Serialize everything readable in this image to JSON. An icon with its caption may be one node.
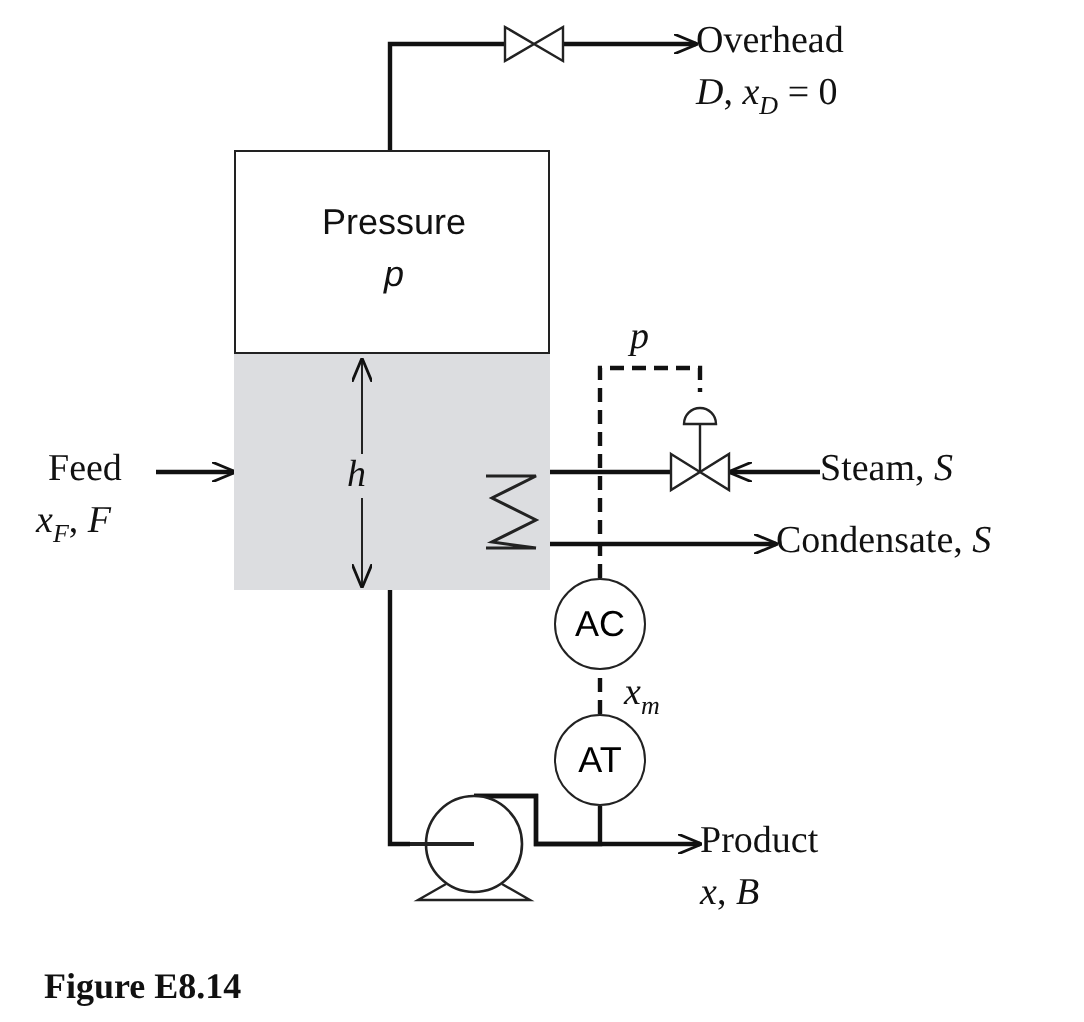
{
  "diagram": {
    "caption": "Figure E8.14",
    "nodes": [
      {
        "text": [
          "Pressure *p*"
        ]
      },
      {
        "text": [
          "h"
        ],
        "in": 0
      },
      {
        "text": [
          "Feed",
          "*x*$_{F}$, *F*"
        ]
      },
      {
        "text": [
          "Overhead",
          "*D*, *x*$_{D}$ = 0"
        ]
      },
      {
        "text": [],
        "shape": "valve"
      },
      {
        "text": [
          "Steam, *S*"
        ]
      },
      {
        "text": [],
        "shape": "valve"
      },
      {
        "text": [],
        "shape": "coil",
        "in": 1
      },
      {
        "text": [
          "Condensate, *S*"
        ]
      },
      {
        "text": [
          "AC"
        ]
      },
      {
        "text": [
          "AT"
        ]
      },
      {
        "text": [],
        "shape": "pump"
      },
      {
        "text": [
          "Product",
          "*x*, *B*"
        ]
      }
    ],
    "edges": [
      {
        "from": 2,
        "to": 1,
        "arrow": "to"
      },
      {
        "from": 0,
        "to": 4,
        "arrow": "none"
      },
      {
        "from": 4,
        "to": 3,
        "arrow": "to"
      },
      {
        "from": 5,
        "to": 6,
        "arrow": "to"
      },
      {
        "from": 6,
        "to": 7,
        "arrow": "none"
      },
      {
        "from": 7,
        "to": 8,
        "arrow": "to"
      },
      {
        "from": 9,
        "to": 6,
        "arrow": "none",
        "style": "dashed",
        "label": "p"
      },
      {
        "from": 10,
        "to": 9,
        "arrow": "none",
        "style": "dashed",
        "label": "*x*$_{m}$"
      },
      {
        "from": 1,
        "to": 11,
        "arrow": "none"
      },
      {
        "from": 11,
        "to": 12,
        "arrow": "to"
      },
      {
        "from": 11,
        "to": 10,
        "arrow": "none"
      }
    ]
  }
}
